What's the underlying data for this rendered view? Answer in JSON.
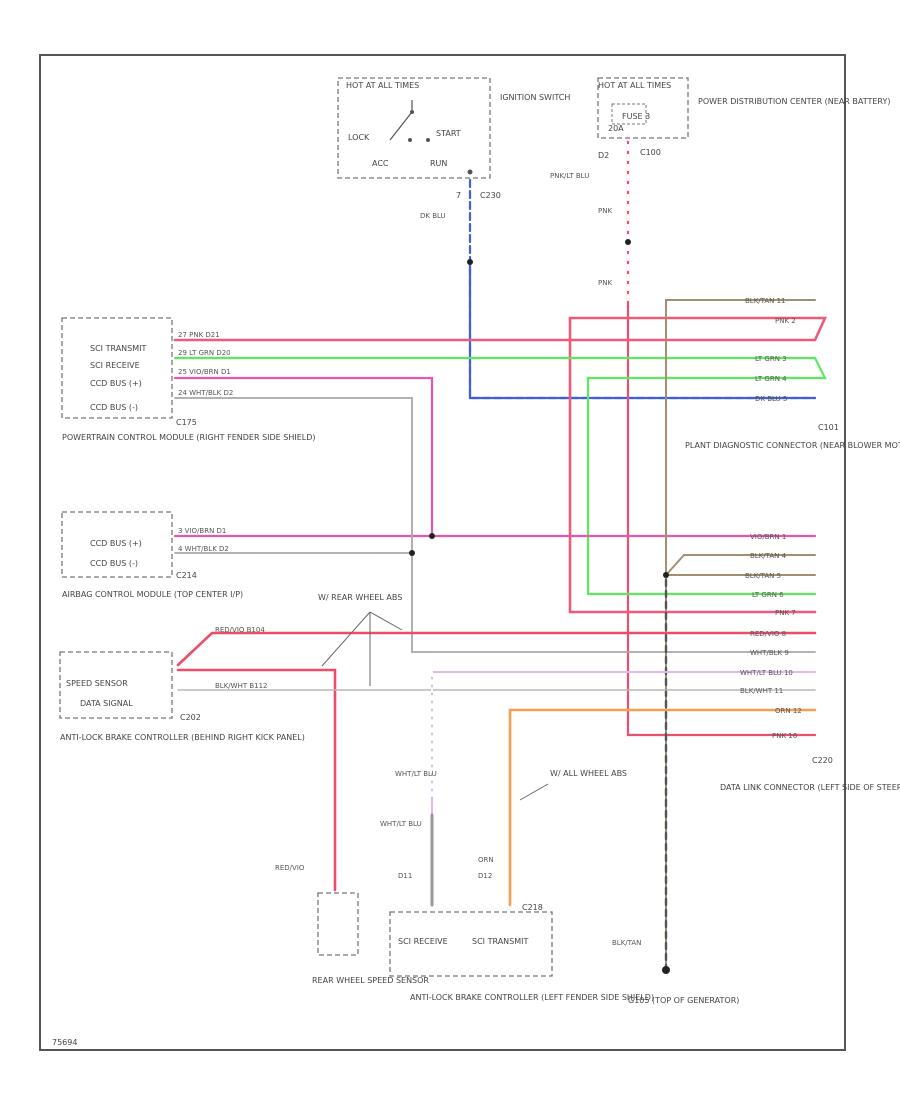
{
  "ignition": {
    "hot_label": "HOT AT ALL TIMES",
    "name": "IGNITION SWITCH",
    "lock": "LOCK",
    "start": "START",
    "acc": "ACC",
    "run": "RUN",
    "pin": "7",
    "connector": "C230",
    "wire": "DK BLU"
  },
  "pdc": {
    "hot_label": "HOT AT ALL TIMES",
    "fuse": "FUSE 3",
    "amps": "20A",
    "connector": "C100",
    "name": "POWER DISTRIBUTION CENTER (NEAR BATTERY)",
    "pin": "D2",
    "wire_top": "PNK/LT BLU",
    "wire_mid": "PNK",
    "wire_low": "PNK"
  },
  "pcm": {
    "pins": [
      "SCI TRANSMIT",
      "SCI RECEIVE",
      "CCD BUS (+)",
      "CCD BUS (-)"
    ],
    "wires": [
      "27  PNK  D21",
      "29  LT GRN  D20",
      "25  VIO/BRN  D1",
      "24  WHT/BLK  D2"
    ],
    "connector": "C175",
    "name": "POWERTRAIN CONTROL MODULE (RIGHT FENDER SIDE SHIELD)"
  },
  "airbag": {
    "pins": [
      "CCD BUS (+)",
      "CCD BUS (-)"
    ],
    "wires": [
      "3  VIO/BRN  D1",
      "4  WHT/BLK  D2"
    ],
    "connector": "C214",
    "name": "AIRBAG CONTROL MODULE (TOP CENTER I/P)"
  },
  "abs_right": {
    "pins": [
      "SPEED SENSOR",
      "DATA SIGNAL"
    ],
    "wires": [
      "RED/VIO  B104",
      "BLK/WHT  B112"
    ],
    "connector": "C202",
    "name": "ANTI-LOCK BRAKE CONTROLLER (BEHIND RIGHT KICK PANEL)",
    "note": "W/ REAR WHEEL ABS"
  },
  "rear_sensor": {
    "wire": "RED/VIO",
    "name": "REAR WHEEL SPEED SENSOR"
  },
  "abs_left": {
    "pins": [
      "SCI RECEIVE",
      "SCI TRANSMIT"
    ],
    "connector": "C218",
    "name": "ANTI-LOCK BRAKE CONTROLLER (LEFT FENDER SIDE SHIELD)",
    "note": "W/ ALL WHEEL ABS",
    "wire_upper": "WHT/LT BLU",
    "wire_lower": "WHT/LT BLU",
    "wire_lower_code": "D11",
    "wire_orn": "ORN",
    "wire_orn_code": "D12"
  },
  "plant": {
    "connector": "C101",
    "name": "PLANT DIAGNOSTIC CONNECTOR (NEAR BLOWER MOTOR RESISTOR BLOCK)",
    "pins": [
      "BLK/TAN  11",
      "PNK  2",
      "LT GRN  3",
      "LT GRN  4",
      "DK BLU  5"
    ]
  },
  "dlc": {
    "connector": "C220",
    "name": "DATA LINK CONNECTOR (LEFT SIDE OF STEERING COLUMN)",
    "pins": [
      "VIO/BRN  1",
      "BLK/TAN  4",
      "BLK/TAN  5",
      "LT GRN  6",
      "PNK  7",
      "RED/VIO  8",
      "WHT/BLK  9",
      "WHT/LT BLU  10",
      "BLK/WHT  11",
      "ORN  12",
      "PNK  16"
    ]
  },
  "ground": {
    "wire": "BLK/TAN",
    "name": "G105 (TOP OF GENERATOR)"
  },
  "fig_id": "75694"
}
